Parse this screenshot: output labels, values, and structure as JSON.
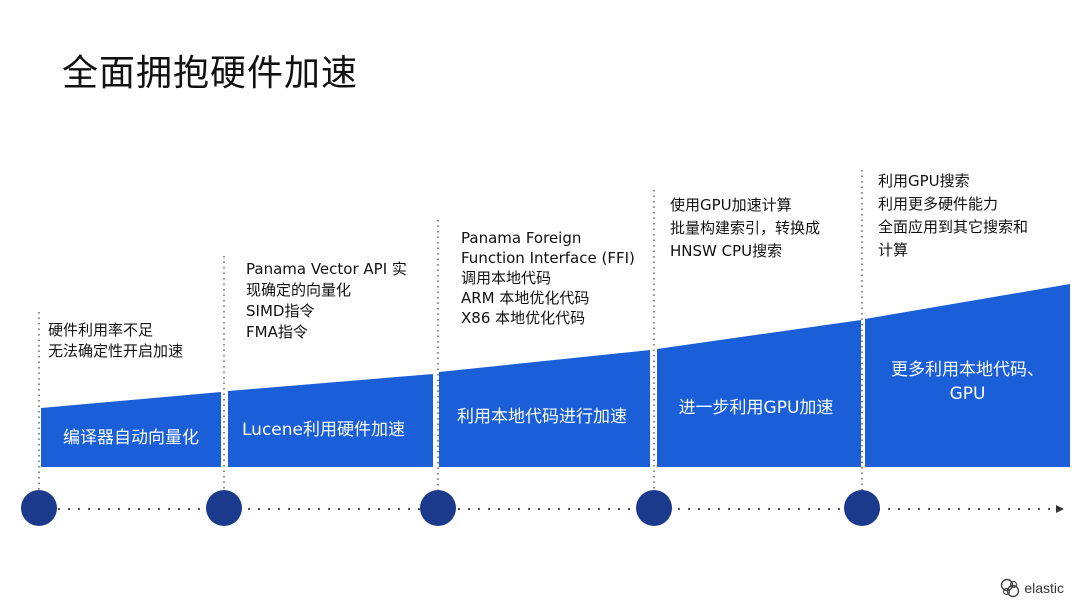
{
  "slide": {
    "title": "全面拥抱硬件加速"
  },
  "stages": [
    {
      "bar_label": "编译器自动向量化",
      "notes": [
        "硬件利用率不足",
        "无法确定性开启加速"
      ]
    },
    {
      "bar_label": "Lucene利用硬件加速",
      "notes": [
        "Panama Vector API 实",
        "现确定的向量化",
        "SIMD指令",
        "FMA指令"
      ]
    },
    {
      "bar_label": "利用本地代码进行加速",
      "notes": [
        "Panama Foreign",
        "Function Interface (FFI)",
        "调用本地代码",
        "ARM 本地优化代码",
        "X86 本地优化代码"
      ]
    },
    {
      "bar_label": "进一步利用GPU加速",
      "notes": [
        "使用GPU加速计算",
        "批量构建索引，转换成",
        "HNSW CPU搜索"
      ]
    },
    {
      "bar_label": "更多利用本地代码、GPU",
      "bar_label_lines": [
        "更多利用本地代码、",
        "GPU"
      ],
      "notes": [
        "利用GPU搜索",
        "利用更多硬件能力",
        "全面应用到其它搜索和",
        "计算"
      ]
    }
  ],
  "colors": {
    "bar": "#1a5fd8",
    "milestone": "#1b3a8c",
    "dots": "#555555"
  },
  "brand": {
    "logo_text": "elastic"
  }
}
